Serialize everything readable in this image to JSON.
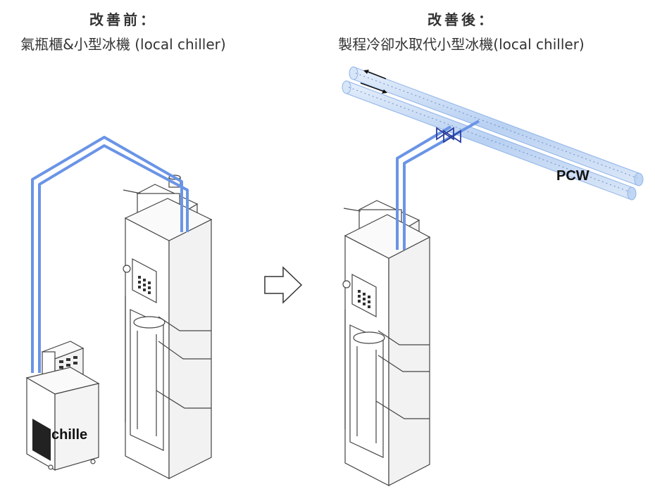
{
  "left": {
    "heading": "改善前：",
    "subtitle": "氣瓶櫃&小型冰機 (local chiller)",
    "chiller_label": "chille"
  },
  "right": {
    "heading": "改善後：",
    "subtitle": "製程冷卻水取代小型冰機(local chiller)",
    "pcw_label": "PCW"
  },
  "colors": {
    "pipe": "#6a94e6",
    "pcw_pipe_fill": "#c9dcf5",
    "pcw_pipe_edge": "#8fb4e8",
    "outline": "#444444",
    "valve": "#2a3f9e"
  }
}
